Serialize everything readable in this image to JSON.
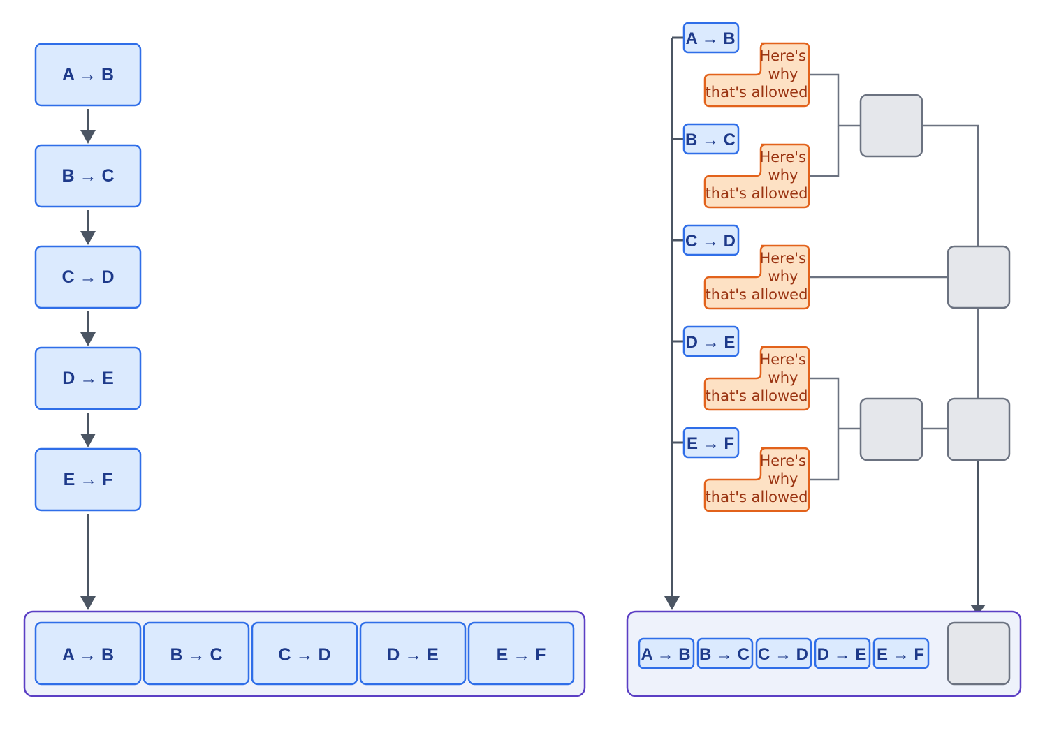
{
  "colors": {
    "step_fill": "#dbeafe",
    "step_stroke": "#2f6ee8",
    "step_text": "#1e3a8a",
    "container_fill": "#eef2fb",
    "container_stroke": "#5b3fc4",
    "note_fill": "#fde1c4",
    "note_stroke": "#e2621b",
    "note_text": "#9a3412",
    "proof_fill": "#e5e7eb",
    "proof_stroke": "#6b7280",
    "connector": "#6b7280",
    "arrow": "#4b5563"
  },
  "steps": [
    "A → B",
    "B → C",
    "C → D",
    "D → E",
    "E → F"
  ],
  "justification": {
    "line1": "Here's",
    "line2": "why",
    "line3": "that's allowed"
  }
}
